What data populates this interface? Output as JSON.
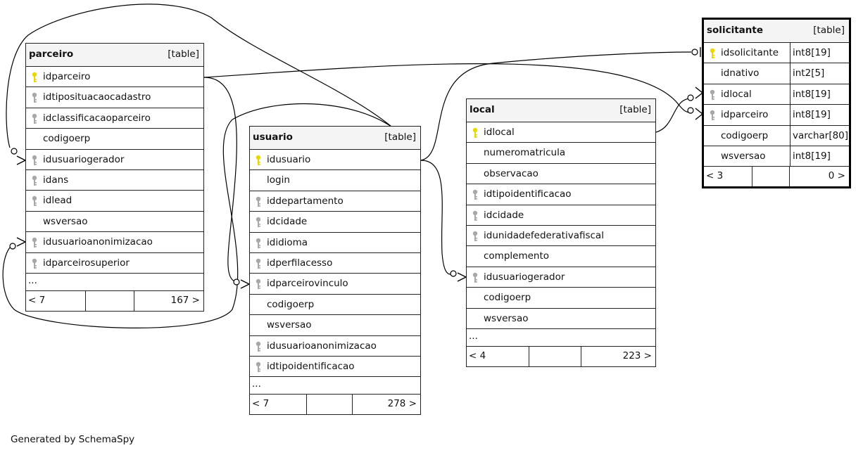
{
  "generated_by": "Generated by SchemaSpy",
  "tables": [
    {
      "id": "parceiro",
      "name": "parceiro",
      "type": "[table]",
      "columns": [
        {
          "name": "idparceiro",
          "key": "primary"
        },
        {
          "name": "idtiposituacaocadastro",
          "key": "foreign"
        },
        {
          "name": "idclassificacaoparceiro",
          "key": "foreign"
        },
        {
          "name": "codigoerp",
          "key": "none"
        },
        {
          "name": "idusuariogerador",
          "key": "foreign"
        },
        {
          "name": "idans",
          "key": "foreign"
        },
        {
          "name": "idlead",
          "key": "foreign"
        },
        {
          "name": "wsversao",
          "key": "none"
        },
        {
          "name": "idusuarioanonimizacao",
          "key": "foreign"
        },
        {
          "name": "idparceirosuperior",
          "key": "foreign"
        }
      ],
      "more": "...",
      "footer": {
        "left": "< 7",
        "right": "167 >"
      }
    },
    {
      "id": "usuario",
      "name": "usuario",
      "type": "[table]",
      "columns": [
        {
          "name": "idusuario",
          "key": "primary"
        },
        {
          "name": "login",
          "key": "none"
        },
        {
          "name": "iddepartamento",
          "key": "foreign"
        },
        {
          "name": "idcidade",
          "key": "foreign"
        },
        {
          "name": "ididioma",
          "key": "foreign"
        },
        {
          "name": "idperfilacesso",
          "key": "foreign"
        },
        {
          "name": "idparceirovinculo",
          "key": "foreign"
        },
        {
          "name": "codigoerp",
          "key": "none"
        },
        {
          "name": "wsversao",
          "key": "none"
        },
        {
          "name": "idusuarioanonimizacao",
          "key": "foreign"
        },
        {
          "name": "idtipoidentificacao",
          "key": "foreign"
        }
      ],
      "more": "...",
      "footer": {
        "left": "< 7",
        "right": "278 >"
      }
    },
    {
      "id": "local",
      "name": "local",
      "type": "[table]",
      "columns": [
        {
          "name": "idlocal",
          "key": "primary"
        },
        {
          "name": "numeromatricula",
          "key": "none"
        },
        {
          "name": "observacao",
          "key": "none"
        },
        {
          "name": "idtipoidentificacao",
          "key": "foreign"
        },
        {
          "name": "idcidade",
          "key": "foreign"
        },
        {
          "name": "idunidadefederativafiscal",
          "key": "foreign"
        },
        {
          "name": "complemento",
          "key": "none"
        },
        {
          "name": "idusuariogerador",
          "key": "foreign"
        },
        {
          "name": "codigoerp",
          "key": "none"
        },
        {
          "name": "wsversao",
          "key": "none"
        }
      ],
      "more": "...",
      "footer": {
        "left": "< 4",
        "right": "223 >"
      }
    },
    {
      "id": "solicitante",
      "name": "solicitante",
      "type": "[table]",
      "focus": true,
      "columns": [
        {
          "name": "idsolicitante",
          "key": "primary",
          "type": "int8[19]"
        },
        {
          "name": "idnativo",
          "key": "none",
          "type": "int2[5]"
        },
        {
          "name": "idlocal",
          "key": "foreign",
          "type": "int8[19]"
        },
        {
          "name": "idparceiro",
          "key": "foreign",
          "type": "int8[19]"
        },
        {
          "name": "codigoerp",
          "key": "none",
          "type": "varchar[80]"
        },
        {
          "name": "wsversao",
          "key": "none",
          "type": "int8[19]"
        }
      ],
      "footer": {
        "left": "< 3",
        "right": "0 >"
      }
    }
  ],
  "colors": {
    "primary_key": "#e8d800",
    "foreign_key": "#a8a8a8",
    "line": "#000000",
    "header_bg": "#f4f4f4"
  }
}
